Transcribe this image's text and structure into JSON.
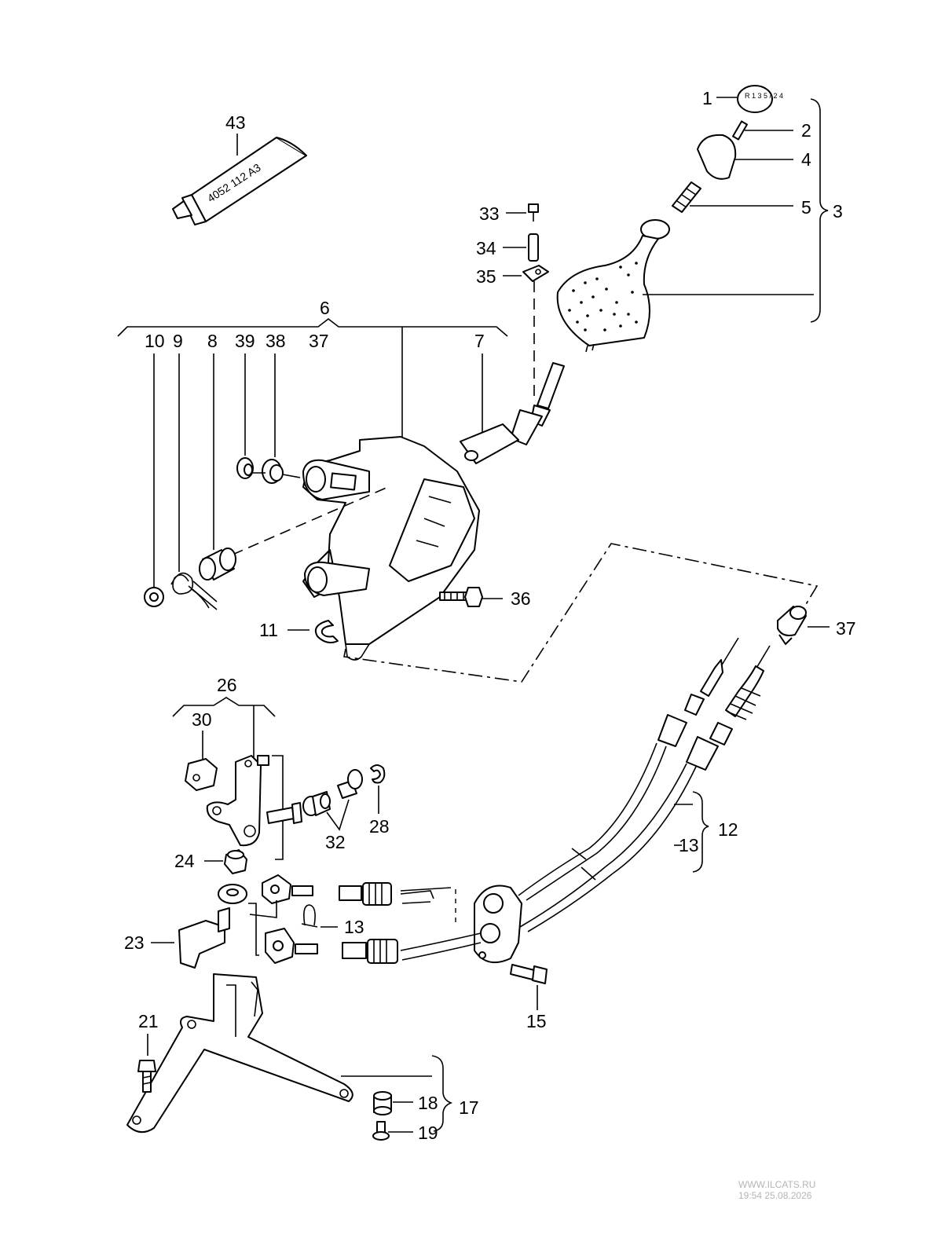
{
  "callouts": {
    "c1": "1",
    "c2": "2",
    "c3": "3",
    "c4": "4",
    "c5": "5",
    "c6": "6",
    "c7": "7",
    "c8": "8",
    "c9": "9",
    "c10": "10",
    "c11": "11",
    "c12": "12",
    "c13a": "13",
    "c13b": "13",
    "c15": "15",
    "c17": "17",
    "c18": "18",
    "c19": "19",
    "c21": "21",
    "c23": "23",
    "c24": "24",
    "c26": "26",
    "c28": "28",
    "c30": "30",
    "c32": "32",
    "c33": "33",
    "c34": "34",
    "c35": "35",
    "c36": "36",
    "c37a": "37",
    "c37b": "37",
    "c38": "38",
    "c39": "39",
    "c43": "43"
  },
  "tube_text": "4052 112 A3",
  "knob_text": "R 1 3 5 / 2 4",
  "watermark": {
    "site": "WWW.ILCATS.RU",
    "timestamp": "19:54 25.08.2026"
  }
}
